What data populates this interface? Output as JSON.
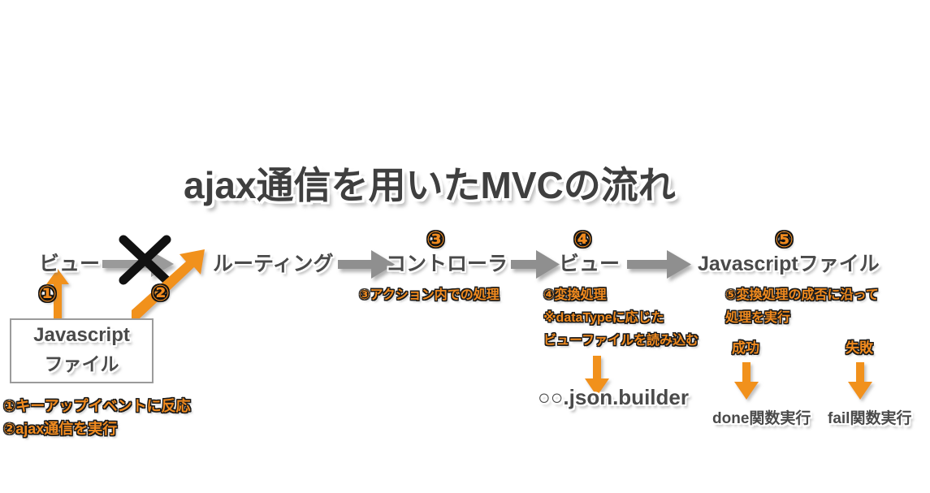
{
  "title": "ajax通信を用いたMVCの流れ",
  "colors": {
    "accent_orange": "#f08a1e",
    "node_gray": "#4a4a4a",
    "arrow_gray": "#8c8c8c",
    "box_border": "#9b9b9b",
    "background": "#ffffff",
    "outline_dark": "#1a1a1a"
  },
  "flow": {
    "nodes": [
      {
        "id": "view-left",
        "label": "ビュー",
        "step": "①"
      },
      {
        "id": "routing",
        "label": "ルーティング",
        "step": ""
      },
      {
        "id": "controller",
        "label": "コントローラ",
        "step": "③"
      },
      {
        "id": "view-right",
        "label": "ビュー",
        "step": "④"
      },
      {
        "id": "js-file",
        "label": "Javascriptファイル",
        "step": "⑤"
      }
    ],
    "js_box": {
      "line1": "Javascript",
      "line2": "ファイル"
    },
    "crossed_out_marker": "✕"
  },
  "annotations": {
    "left_notes": [
      "①キーアップイベントに反応",
      "②ajax通信を実行"
    ],
    "controller_note": "③アクション内での処理",
    "view_right_notes": [
      "④変換処理",
      "※dataTypeに応じた",
      "ビューファイルを読み込む"
    ],
    "js_file_notes": [
      "⑤変換処理の成否に沿って",
      "処理を実行"
    ]
  },
  "outputs": {
    "json_builder": "○○.json.builder",
    "branches": [
      {
        "label": "成功",
        "result": "done関数実行"
      },
      {
        "label": "失敗",
        "result": "fail関数実行"
      }
    ]
  },
  "step_markers": {
    "one": "①",
    "two": "②",
    "three": "③",
    "four": "④",
    "five": "⑤"
  }
}
